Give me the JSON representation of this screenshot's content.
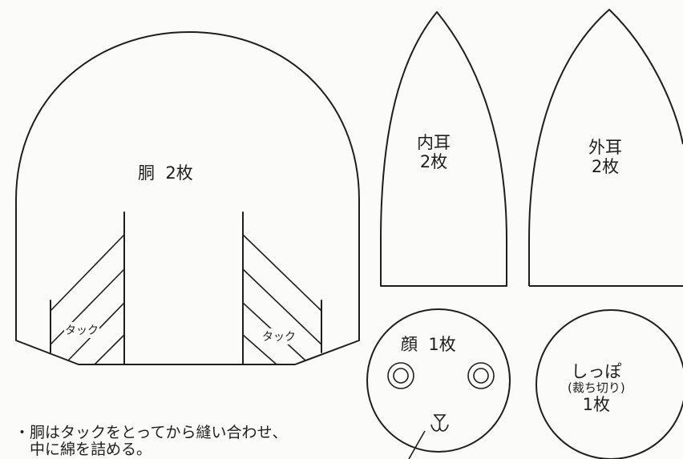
{
  "pattern_pieces": {
    "body": {
      "name": "胴",
      "count": "2枚",
      "tuck_left": "タック",
      "tuck_right": "タック"
    },
    "inner_ear": {
      "name": "内耳",
      "count": "2枚"
    },
    "outer_ear": {
      "name": "外耳",
      "count": "2枚"
    },
    "face": {
      "name": "顔",
      "count": "1枚"
    },
    "tail": {
      "name": "しっぽ",
      "note": "(裁ち切り)",
      "count": "1枚"
    }
  },
  "instructions": {
    "line1": "・胴はタックをとってから縫い合わせ、",
    "line2": "中に綿を詰める。"
  }
}
